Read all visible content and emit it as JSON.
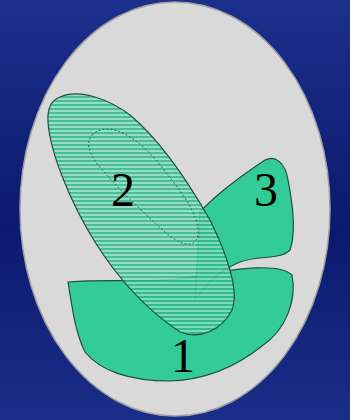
{
  "diagram": {
    "nodes": [
      {
        "text": [
          "2"
        ]
      },
      {
        "text": [
          "3"
        ]
      },
      {
        "text": [
          "1"
        ]
      }
    ]
  }
}
